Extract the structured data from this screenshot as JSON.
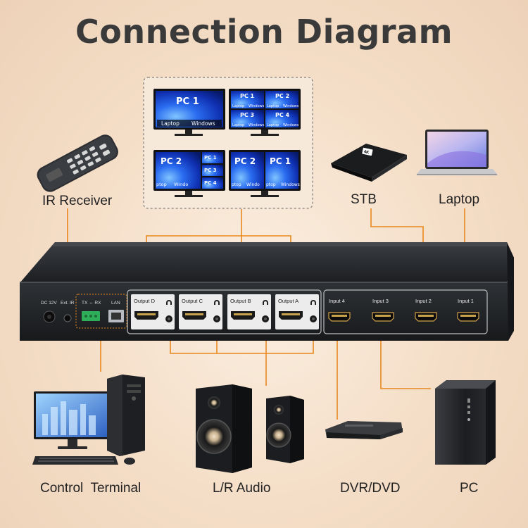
{
  "title": "Connection Diagram",
  "labels": {
    "ir_receiver": "IR Receiver",
    "stb": "STB",
    "laptop": "Laptop",
    "control_terminal": "Control  Terminal",
    "lr_audio": "L/R Audio",
    "dvr_dvd": "DVR/DVD",
    "pc": "PC"
  },
  "device": {
    "dc": "DC 12V",
    "ext_ir": "Ext. IR",
    "txrx": "TX ⇔ RX",
    "lan": "LAN",
    "outputs": [
      "Output D",
      "Output C",
      "Output B",
      "Output A"
    ],
    "inputs": [
      "Input 4",
      "Input 3",
      "Input 2",
      "Input 1"
    ]
  },
  "monitors": {
    "single": {
      "title": "PC 1",
      "left": "Laptop",
      "right": "Windows"
    },
    "quad": {
      "tl": "PC 1",
      "tr": "PC 2",
      "bl": "PC 3",
      "br": "PC 4",
      "sub_l": "Laptop",
      "sub_r": "Windows"
    },
    "pip": {
      "main": "PC 2",
      "s1": "PC 1",
      "s2": "PC 3",
      "s3": "PC 4",
      "left": "ptop",
      "right": "Windo"
    },
    "dual": {
      "left": "PC 2",
      "right": "PC 1",
      "sub_l": "ptop",
      "sub_m": "Windo",
      "sub_r": "ptop",
      "sub_rr": "Windows"
    }
  },
  "stb_badge": "4K",
  "colors": {
    "wire": "#e7881f",
    "body": "#26282b",
    "accent_blue": "#1d4fd0",
    "text": "#222222",
    "title": "#3a3a3a"
  }
}
